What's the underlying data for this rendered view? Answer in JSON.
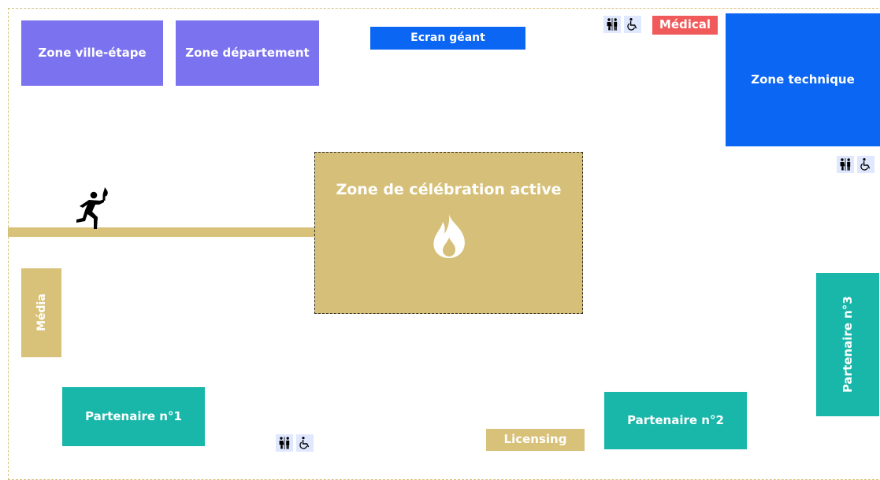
{
  "zones": {
    "ville_etape": "Zone ville-étape",
    "departement": "Zone département",
    "ecran_geant": "Ecran géant",
    "medical": "Médical",
    "technique": "Zone technique",
    "celebration": "Zone de célébration active",
    "media": "Média",
    "partenaire_1": "Partenaire n°1",
    "licensing": "Licensing",
    "partenaire_2": "Partenaire n°2",
    "partenaire_3": "Partenaire n°3"
  },
  "icons": {
    "toilets": "toilets-icon",
    "accessibility": "wheelchair-icon",
    "flame": "flame-icon",
    "runner": "torchbearer-icon"
  },
  "colors": {
    "purple": "#7b72ef",
    "blue": "#0b66f3",
    "red": "#f15a5a",
    "gold": "#d8c179",
    "teal": "#18b7aa"
  }
}
